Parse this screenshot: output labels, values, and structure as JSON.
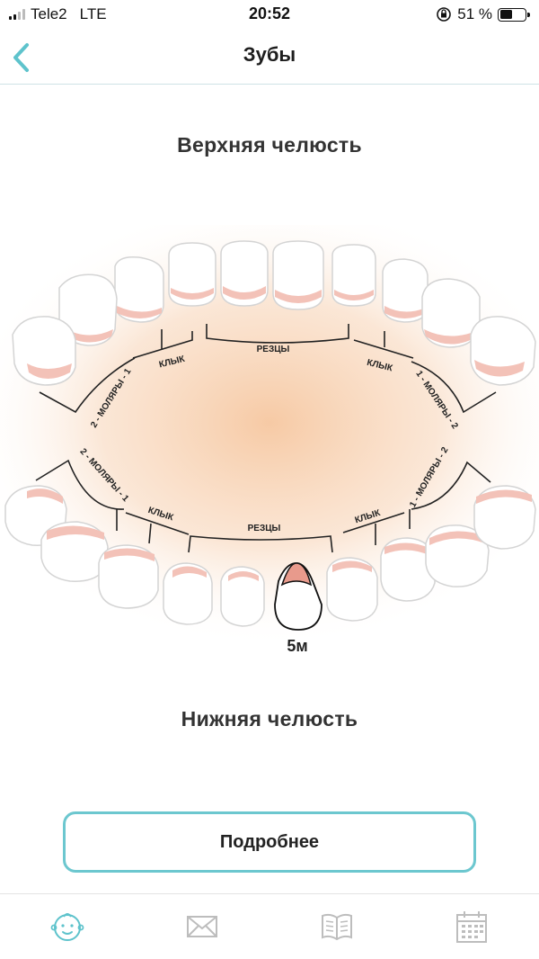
{
  "status_bar": {
    "carrier": "Tele2",
    "network": "LTE",
    "time": "20:52",
    "battery_level": "51 %",
    "battery_fraction": 0.51
  },
  "nav": {
    "title": "Зубы"
  },
  "upper_jaw": {
    "title": "Верхняя челюсть"
  },
  "lower_jaw": {
    "title": "Нижняя челюсть"
  },
  "labels": {
    "incisors": "РЕЗЦЫ",
    "canine": "КЛЫК",
    "molars_1_left": "2 - МОЛЯРЫ - 1",
    "molars_1_right": "1 - МОЛЯРЫ - 2",
    "molars_2_left": "2 - МОЛЯРЫ - 1",
    "molars_2_right": "1 - МОЛЯРЫ - 2"
  },
  "selected_tooth": {
    "age_label": "5м"
  },
  "more_button": {
    "label": "Подробнее"
  },
  "tabs": [
    {
      "icon": "baby-face-icon",
      "active": true
    },
    {
      "icon": "envelope-icon",
      "active": false
    },
    {
      "icon": "book-icon",
      "active": false
    },
    {
      "icon": "calendar-icon",
      "active": false
    }
  ],
  "colors": {
    "accent": "#6cc7cf",
    "gum_pink": "#f0b9ae",
    "tooth_outline": "#cfcfcf",
    "glow": "#f6c7a0"
  }
}
